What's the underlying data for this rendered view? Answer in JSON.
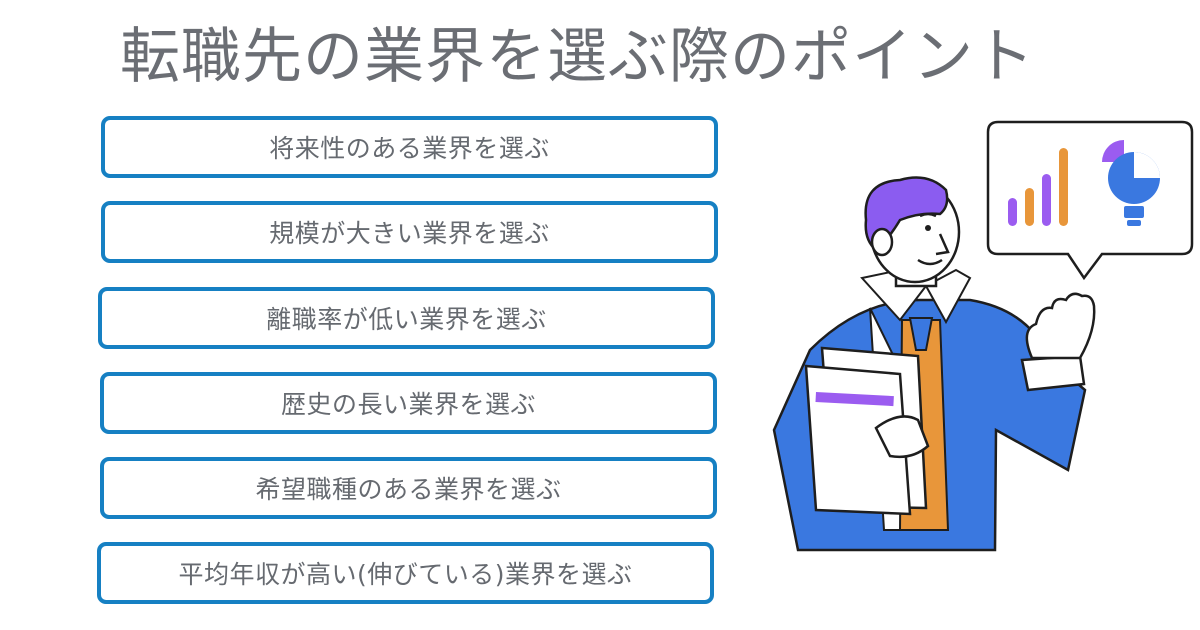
{
  "title": "転職先の業界を選ぶ際のポイント",
  "points": [
    {
      "label": "将来性のある業界を選ぶ"
    },
    {
      "label": "規模が大きい業界を選ぶ"
    },
    {
      "label": "離職率が低い業界を選ぶ"
    },
    {
      "label": "歴史の長い業界を選ぶ"
    },
    {
      "label": "希望職種のある業界を選ぶ"
    },
    {
      "label": "平均年収が高い(伸びている)業界を選ぶ"
    }
  ],
  "colors": {
    "box_border": "#1680c3",
    "text": "#666a70",
    "suit": "#3a78e0",
    "hair": "#8b5cf0",
    "vest": "#e8963a",
    "bar_purple": "#9b5cf0",
    "bar_orange": "#e8963a",
    "pie_blue": "#3a78e0"
  },
  "icons": [
    "bar-chart-icon",
    "pie-chart-icon",
    "lightbulb-icon"
  ]
}
